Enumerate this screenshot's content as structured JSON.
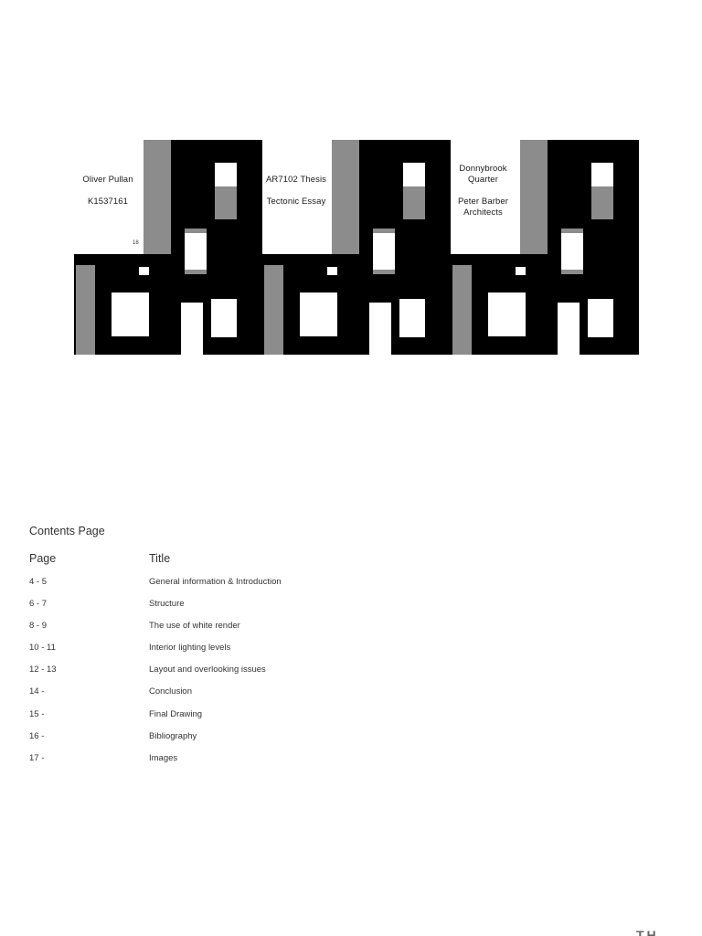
{
  "cover": {
    "author_name": "Oliver Pullan",
    "student_id": "K1537161",
    "module": "AR7102 Thesis",
    "essay_type": "Tectonic Essay",
    "project_line1": "Donnybrook",
    "project_line2": "Quarter",
    "architect_line1": "Peter Barber",
    "architect_line2": "Architects",
    "small_mark": "18"
  },
  "colors": {
    "facade": "#000000",
    "grey": "#8c8c8c",
    "window": "#ffffff",
    "text": "#333333"
  },
  "contents": {
    "heading": "Contents Page",
    "col_page": "Page",
    "col_title": "Title",
    "rows": [
      {
        "page": "4 - 5",
        "title": "General information & Introduction"
      },
      {
        "page": "6 - 7",
        "title": "Structure"
      },
      {
        "page": "8 - 9",
        "title": "The use of white render"
      },
      {
        "page": "10 - 11",
        "title": "Interior lighting levels"
      },
      {
        "page": "12 - 13",
        "title": "Layout and overlooking issues"
      },
      {
        "page": "14 -",
        "title": "Conclusion"
      },
      {
        "page": "15 -",
        "title": "Final Drawing"
      },
      {
        "page": "16 -",
        "title": "Bibliography"
      },
      {
        "page": "17 -",
        "title": "Images"
      }
    ]
  },
  "footer": {
    "corner_text": "TH"
  }
}
